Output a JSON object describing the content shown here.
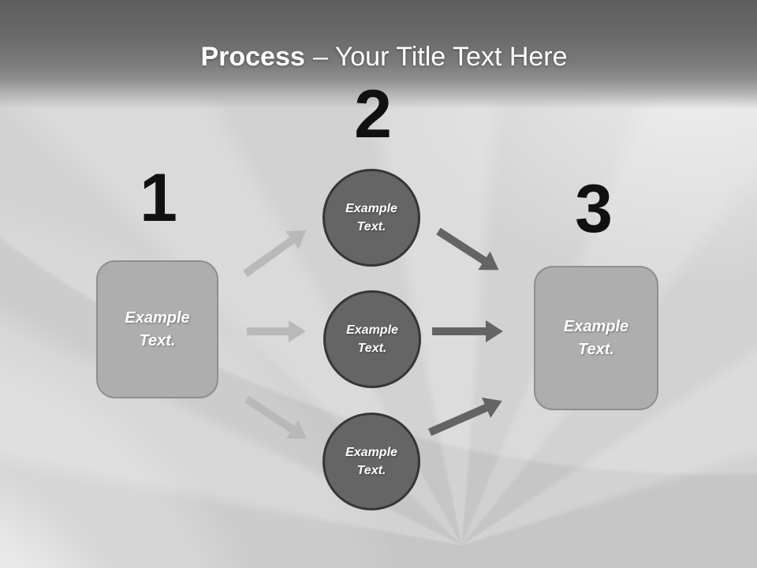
{
  "slide_title": {
    "keyword": "Process",
    "rest": "– Your Title Text Here"
  },
  "steps": [
    {
      "number": "1",
      "label_lines": [
        "Example",
        "Text."
      ]
    },
    {
      "number": "2",
      "circles": [
        {
          "label_lines": [
            "Example",
            "Text."
          ]
        },
        {
          "label_lines": [
            "Example",
            "Text."
          ]
        },
        {
          "label_lines": [
            "Example",
            "Text."
          ]
        }
      ]
    },
    {
      "number": "3",
      "label_lines": [
        "Example",
        "Text."
      ]
    }
  ],
  "colors": {
    "background": "#d2d2d2",
    "header_top": "#5e5e5e",
    "title_text": "#ffffff",
    "number_text": "#111111",
    "box_fill": "#aeaeae",
    "box_border": "#8e8e8e",
    "box_text": "#ffffff",
    "circle_fill": "#656565",
    "circle_border": "#363636",
    "circle_text": "#ffffff",
    "arrow_light": "#b9b9b9",
    "arrow_dark": "#646464"
  }
}
